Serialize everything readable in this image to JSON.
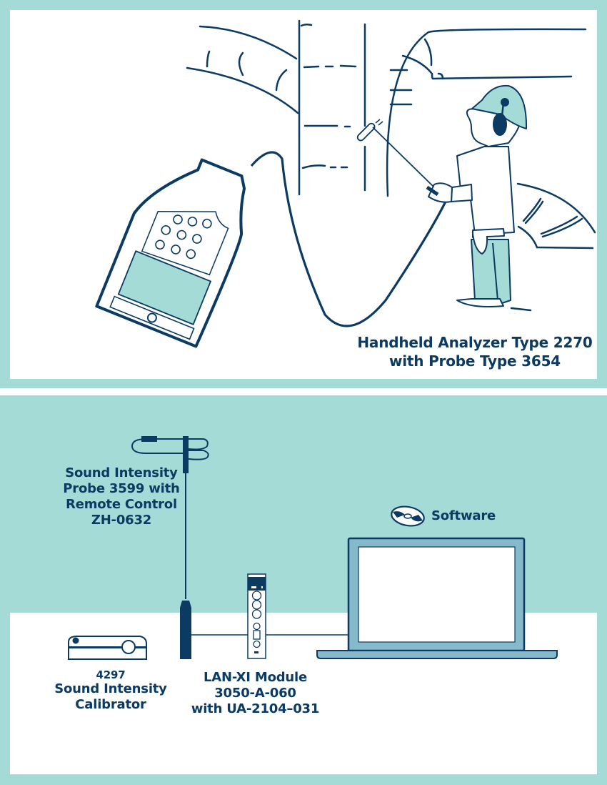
{
  "colors": {
    "background_teal": "#a5dbd6",
    "panel_white": "#ffffff",
    "ink_navy": "#0b3a62",
    "laptop_frame": "#86b9c9"
  },
  "top_panel": {
    "illustration": "Worker with hard hat holding intensity probe near ducts, connected by cable to handheld analyzer",
    "caption": {
      "line1": "Handheld Analyzer Type 2270",
      "line2": "with Probe Type 3654"
    }
  },
  "bottom_panel": {
    "probe": {
      "line1": "Sound Intensity",
      "line2": "Probe 3599 with",
      "line3": "Remote Control",
      "line4": "ZH-0632"
    },
    "calibrator": {
      "line1": "4297",
      "line2": "Sound Intensity",
      "line3": "Calibrator"
    },
    "module": {
      "line1": "LAN-XI Module",
      "line2": "3050-A-060",
      "line3": "with UA-2104–031"
    },
    "software": {
      "icon": "cd-disc-icon",
      "label": "Software"
    },
    "laptop": {
      "icon": "laptop-icon"
    }
  }
}
